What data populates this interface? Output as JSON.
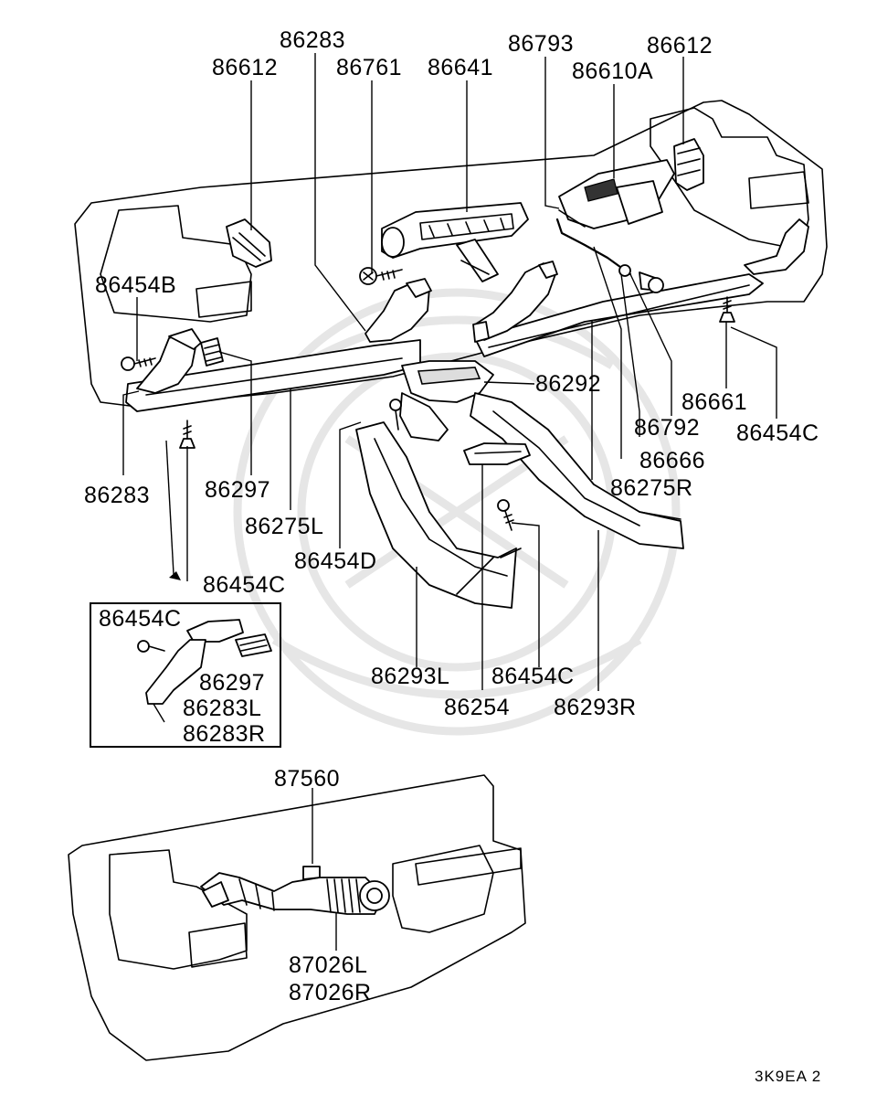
{
  "diagram": {
    "labels": {
      "p86283_top": "86283",
      "p86612_left": "86612",
      "p86761": "86761",
      "p86641": "86641",
      "p86793": "86793",
      "p86612_right": "86612",
      "p86610A": "86610A",
      "p86454B": "86454B",
      "p86292": "86292",
      "p86661": "86661",
      "p86454C_right": "86454C",
      "p86792": "86792",
      "p86666": "86666",
      "p86275R": "86275R",
      "p86283_left": "86283",
      "p86297": "86297",
      "p86275L": "86275L",
      "p86454D": "86454D",
      "p86454C_arrow": "86454C",
      "p86293L": "86293L",
      "p86454C_bottom": "86454C",
      "p86254": "86254",
      "p86293R": "86293R",
      "inset_86454C": "86454C",
      "inset_86297": "86297",
      "inset_86283L": "86283L",
      "inset_86283R": "86283R",
      "p87560": "87560",
      "p87026L": "87026L",
      "p87026R": "87026R"
    },
    "figure_code": "3K9EA 2"
  }
}
